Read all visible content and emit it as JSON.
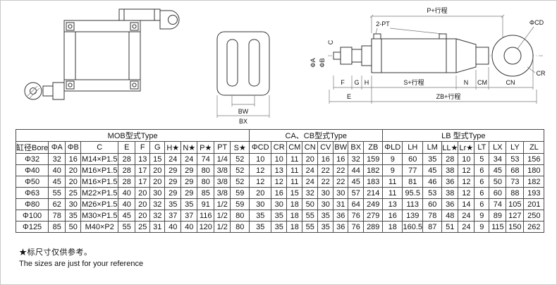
{
  "diagrams": {
    "bracket": {
      "bw": "BW",
      "bx": "BX"
    },
    "section": {
      "p_stroke": "P+行程",
      "ports": "2-PT",
      "phi_a": "ΦA",
      "phi_b": "ΦB",
      "c": "C",
      "phi_cd": "ΦCD",
      "cr": "CR",
      "f": "F",
      "g": "G",
      "h": "H",
      "s_stroke": "S+行程",
      "n": "N",
      "cm": "CM",
      "cn": "CN",
      "e": "E",
      "zb_stroke": "ZB+行程"
    }
  },
  "table": {
    "groups": [
      {
        "label": "MOB型式Type",
        "span": 12
      },
      {
        "label": "CA、CB型式Type",
        "span": 8
      },
      {
        "label": "LB 型式Type",
        "span": 9
      }
    ],
    "columns": [
      "缸径Bore",
      "ΦA",
      "ΦB",
      "C",
      "E",
      "F",
      "G",
      "H★",
      "N★",
      "P★",
      "PT",
      "S★",
      "ΦCD",
      "CR",
      "CM",
      "CN",
      "CV",
      "BW",
      "BX",
      "ZB",
      "ΦLD",
      "LH",
      "LM",
      "LL★",
      "Lr★",
      "LT",
      "LX",
      "LY",
      "ZL"
    ],
    "rows": [
      [
        "Φ32",
        "32",
        "16",
        "M14×P1.5",
        "28",
        "13",
        "15",
        "24",
        "24",
        "74",
        "1/4",
        "52",
        "10",
        "10",
        "11",
        "20",
        "16",
        "16",
        "32",
        "159",
        "9",
        "60",
        "35",
        "28",
        "10",
        "5",
        "34",
        "53",
        "156"
      ],
      [
        "Φ40",
        "40",
        "20",
        "M16×P1.5",
        "28",
        "17",
        "20",
        "29",
        "29",
        "80",
        "3/8",
        "52",
        "12",
        "13",
        "11",
        "24",
        "22",
        "22",
        "44",
        "182",
        "9",
        "77",
        "45",
        "38",
        "12",
        "6",
        "45",
        "68",
        "180"
      ],
      [
        "Φ50",
        "45",
        "20",
        "M16×P1.5",
        "28",
        "17",
        "20",
        "29",
        "29",
        "80",
        "3/8",
        "52",
        "12",
        "12",
        "11",
        "24",
        "22",
        "22",
        "45",
        "183",
        "11",
        "81",
        "46",
        "36",
        "12",
        "6",
        "50",
        "73",
        "182"
      ],
      [
        "Φ63",
        "55",
        "25",
        "M22×P1.5",
        "40",
        "20",
        "30",
        "29",
        "29",
        "85",
        "3/8",
        "59",
        "20",
        "16",
        "15",
        "32",
        "30",
        "30",
        "57",
        "214",
        "11",
        "95.5",
        "53",
        "38",
        "12",
        "6",
        "60",
        "88",
        "193"
      ],
      [
        "Φ80",
        "62",
        "30",
        "M26×P1.5",
        "40",
        "20",
        "32",
        "35",
        "35",
        "91",
        "1/2",
        "59",
        "30",
        "30",
        "18",
        "50",
        "30",
        "31",
        "64",
        "249",
        "13",
        "113",
        "60",
        "36",
        "14",
        "6",
        "74",
        "105",
        "201"
      ],
      [
        "Φ100",
        "78",
        "35",
        "M30×P1.5",
        "45",
        "20",
        "32",
        "37",
        "37",
        "116",
        "1/2",
        "80",
        "35",
        "35",
        "18",
        "55",
        "35",
        "36",
        "76",
        "279",
        "16",
        "139",
        "78",
        "48",
        "24",
        "9",
        "89",
        "127",
        "250"
      ],
      [
        "Φ125",
        "85",
        "50",
        "M40×P2",
        "55",
        "25",
        "31",
        "40",
        "40",
        "120",
        "1/2",
        "80",
        "35",
        "35",
        "18",
        "55",
        "35",
        "36",
        "76",
        "289",
        "18",
        "160.5",
        "87",
        "51",
        "24",
        "9",
        "115",
        "150",
        "262"
      ]
    ]
  },
  "notes": {
    "cn": "★标尺寸仅供参考。",
    "en": "The sizes are just for your reference"
  }
}
